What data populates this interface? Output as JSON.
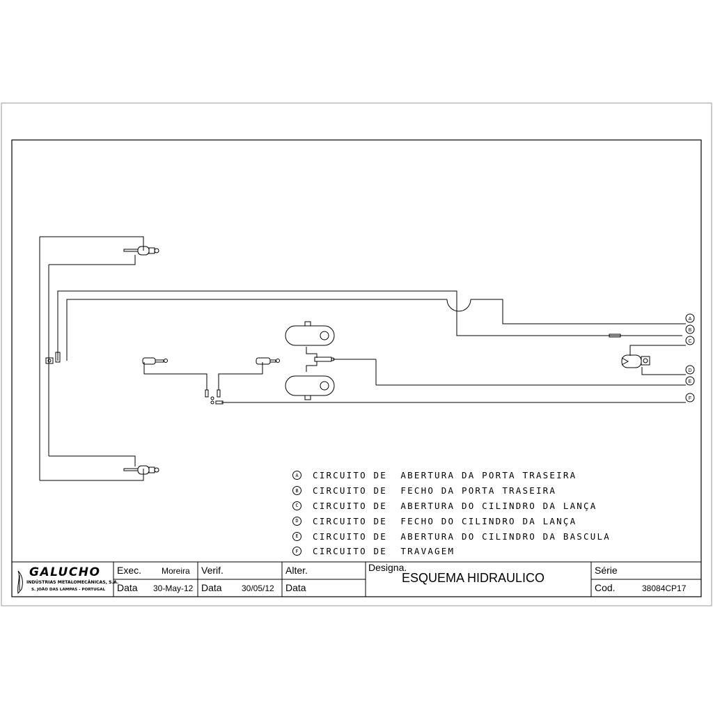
{
  "legend": [
    {
      "letter": "A",
      "text": "CIRCUITO DE  ABERTURA DA PORTA TRASEIRA"
    },
    {
      "letter": "B",
      "text": "CIRCUITO DE  FECHO DA PORTA TRASEIRA"
    },
    {
      "letter": "C",
      "text": "CIRCUITO DE  ABERTURA DO CILINDRO DA LANÇA"
    },
    {
      "letter": "D",
      "text": "CIRCUITO DE  FECHO DO CILINDRO DA LANÇA"
    },
    {
      "letter": "E",
      "text": "CIRCUITO DE  ABERTURA DO CILINDRO DA BASCULA"
    },
    {
      "letter": "F",
      "text": "CIRCUITO DE  TRAVAGEM"
    }
  ],
  "ports": [
    "A",
    "B",
    "C",
    "D",
    "E",
    "F"
  ],
  "title_block": {
    "company": "GALUCHO",
    "company_line1": "INDÚSTRIAS METALOMECÂNICAS, S.A.",
    "company_line2": "S. JOÃO DAS LAMPAS - PORTUGAL",
    "exec_label": "Exec.",
    "exec_value": "Moreira",
    "verif_label": "Verif.",
    "alter_label": "Alter.",
    "data_label": "Data",
    "exec_date": "30-May-12",
    "verif_date": "30/05/12",
    "designa_label": "Designa.",
    "designation": "ESQUEMA HIDRAULICO",
    "serie_label": "Série",
    "cod_label": "Cod.",
    "cod_value": "38084CP17"
  }
}
